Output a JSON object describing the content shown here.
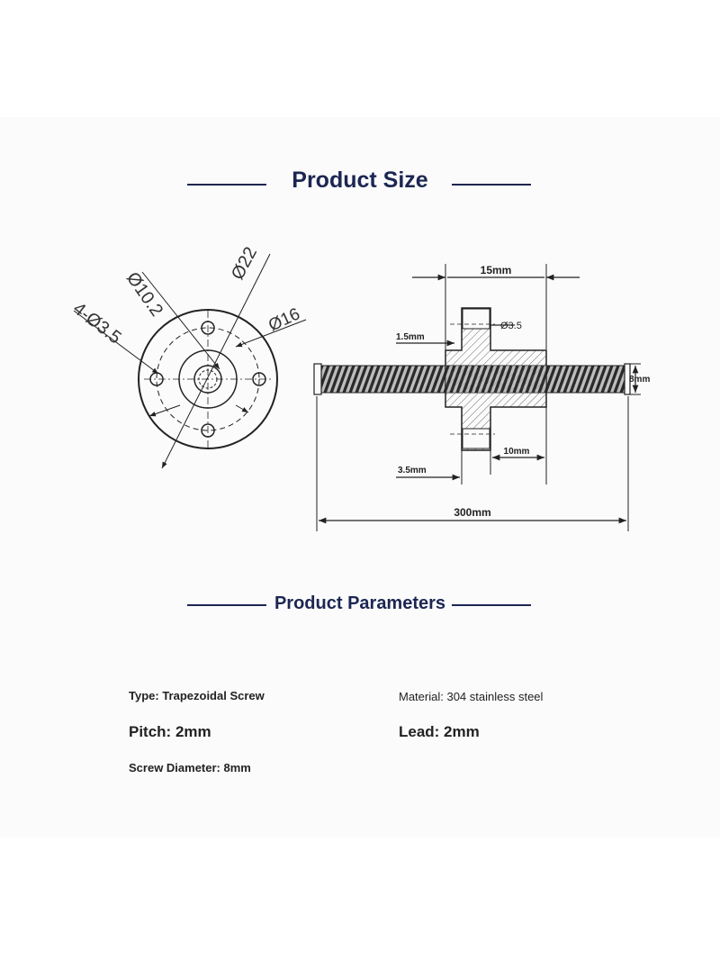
{
  "size_section": {
    "title": "Product Size"
  },
  "params_section": {
    "title": "Product Parameters"
  },
  "drawing": {
    "flange_view": {
      "dia_10_2": "Ø10.2",
      "dia_22": "Ø22",
      "dia_16": "Ø16",
      "holes": "4-Ø3.5"
    },
    "side_view": {
      "nut_length": "15mm",
      "hole": "Ø3.5",
      "flange_thickness": "1.5mm",
      "screw_diameter": "8mm",
      "body_length": "10mm",
      "hole_offset": "3.5mm",
      "total_length": "300mm"
    }
  },
  "parameters": {
    "type": "Type: Trapezoidal Screw",
    "material": "Material: 304 stainless steel",
    "pitch": "Pitch: 2mm",
    "lead": "Lead: 2mm",
    "screw_diameter": "Screw Diameter: 8mm"
  }
}
